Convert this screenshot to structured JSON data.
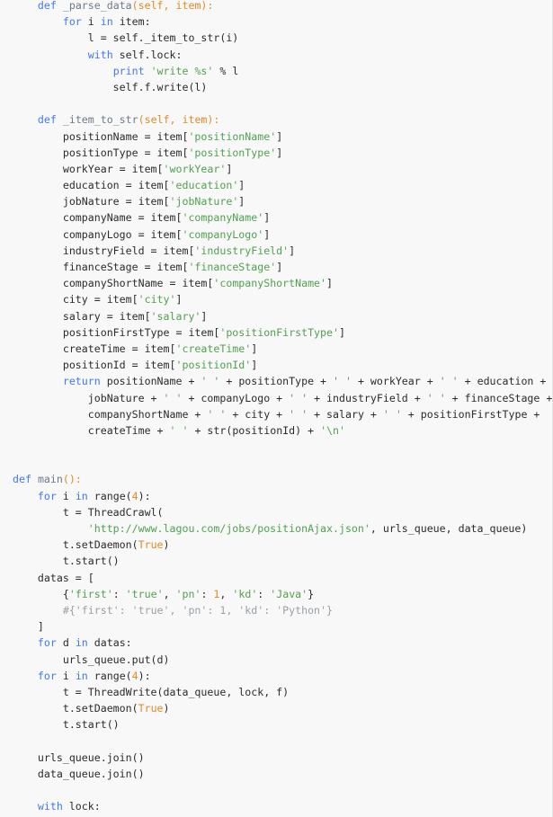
{
  "code_viewer": {
    "language": "python",
    "colors": {
      "background": "#f8f8f8",
      "text": "#2b2b2b",
      "keyword": "#a626a4",
      "def_keyword": "#4078f2",
      "function_name": "#6c7a89",
      "params": "#e08a27",
      "string": "#50a14f",
      "comment": "#9aa0a6"
    },
    "lines": [
      [
        {
          "t": "    "
        },
        {
          "t": "def",
          "c": "k2"
        },
        {
          "t": " "
        },
        {
          "t": "_parse_data",
          "c": "f"
        },
        {
          "t": "(self, item):",
          "c": "p"
        }
      ],
      [
        {
          "t": "        "
        },
        {
          "t": "for",
          "c": "k2"
        },
        {
          "t": " i "
        },
        {
          "t": "in",
          "c": "k2"
        },
        {
          "t": " item:"
        }
      ],
      [
        {
          "t": "            l = self._item_to_str(i)"
        }
      ],
      [
        {
          "t": "            "
        },
        {
          "t": "with",
          "c": "k2"
        },
        {
          "t": " self.lock:"
        }
      ],
      [
        {
          "t": "                "
        },
        {
          "t": "print",
          "c": "k2"
        },
        {
          "t": " "
        },
        {
          "t": "'write %s'",
          "c": "s"
        },
        {
          "t": " % l"
        }
      ],
      [
        {
          "t": "                self.f.write(l)"
        }
      ],
      [
        {
          "t": ""
        }
      ],
      [
        {
          "t": "    "
        },
        {
          "t": "def",
          "c": "k2"
        },
        {
          "t": " "
        },
        {
          "t": "_item_to_str",
          "c": "f"
        },
        {
          "t": "(self, item):",
          "c": "p"
        }
      ],
      [
        {
          "t": "        positionName = item["
        },
        {
          "t": "'positionName'",
          "c": "s"
        },
        {
          "t": "]"
        }
      ],
      [
        {
          "t": "        positionType = item["
        },
        {
          "t": "'positionType'",
          "c": "s"
        },
        {
          "t": "]"
        }
      ],
      [
        {
          "t": "        workYear = item["
        },
        {
          "t": "'workYear'",
          "c": "s"
        },
        {
          "t": "]"
        }
      ],
      [
        {
          "t": "        education = item["
        },
        {
          "t": "'education'",
          "c": "s"
        },
        {
          "t": "]"
        }
      ],
      [
        {
          "t": "        jobNature = item["
        },
        {
          "t": "'jobNature'",
          "c": "s"
        },
        {
          "t": "]"
        }
      ],
      [
        {
          "t": "        companyName = item["
        },
        {
          "t": "'companyName'",
          "c": "s"
        },
        {
          "t": "]"
        }
      ],
      [
        {
          "t": "        companyLogo = item["
        },
        {
          "t": "'companyLogo'",
          "c": "s"
        },
        {
          "t": "]"
        }
      ],
      [
        {
          "t": "        industryField = item["
        },
        {
          "t": "'industryField'",
          "c": "s"
        },
        {
          "t": "]"
        }
      ],
      [
        {
          "t": "        financeStage = item["
        },
        {
          "t": "'financeStage'",
          "c": "s"
        },
        {
          "t": "]"
        }
      ],
      [
        {
          "t": "        companyShortName = item["
        },
        {
          "t": "'companyShortName'",
          "c": "s"
        },
        {
          "t": "]"
        }
      ],
      [
        {
          "t": "        city = item["
        },
        {
          "t": "'city'",
          "c": "s"
        },
        {
          "t": "]"
        }
      ],
      [
        {
          "t": "        salary = item["
        },
        {
          "t": "'salary'",
          "c": "s"
        },
        {
          "t": "]"
        }
      ],
      [
        {
          "t": "        positionFirstType = item["
        },
        {
          "t": "'positionFirstType'",
          "c": "s"
        },
        {
          "t": "]"
        }
      ],
      [
        {
          "t": "        createTime = item["
        },
        {
          "t": "'createTime'",
          "c": "s"
        },
        {
          "t": "]"
        }
      ],
      [
        {
          "t": "        positionId = item["
        },
        {
          "t": "'positionId'",
          "c": "s"
        },
        {
          "t": "]"
        }
      ],
      [
        {
          "t": "        "
        },
        {
          "t": "return",
          "c": "k2"
        },
        {
          "t": " positionName + "
        },
        {
          "t": "' '",
          "c": "s"
        },
        {
          "t": " + positionType + "
        },
        {
          "t": "' '",
          "c": "s"
        },
        {
          "t": " + workYear + "
        },
        {
          "t": "' '",
          "c": "s"
        },
        {
          "t": " + education + "
        }
      ],
      [
        {
          "t": "            jobNature + "
        },
        {
          "t": "' '",
          "c": "s"
        },
        {
          "t": " + companyLogo + "
        },
        {
          "t": "' '",
          "c": "s"
        },
        {
          "t": " + industryField + "
        },
        {
          "t": "' '",
          "c": "s"
        },
        {
          "t": " + financeStage +"
        }
      ],
      [
        {
          "t": "            companyShortName + "
        },
        {
          "t": "' '",
          "c": "s"
        },
        {
          "t": " + city + "
        },
        {
          "t": "' '",
          "c": "s"
        },
        {
          "t": " + salary + "
        },
        {
          "t": "' '",
          "c": "s"
        },
        {
          "t": " + positionFirstType + "
        }
      ],
      [
        {
          "t": "            createTime + "
        },
        {
          "t": "' '",
          "c": "s"
        },
        {
          "t": " + str(positionId) + "
        },
        {
          "t": "'\\n'",
          "c": "s"
        }
      ],
      [
        {
          "t": ""
        }
      ],
      [
        {
          "t": ""
        }
      ],
      [
        {
          "t": "def",
          "c": "k2"
        },
        {
          "t": " "
        },
        {
          "t": "main",
          "c": "f"
        },
        {
          "t": "():",
          "c": "p"
        }
      ],
      [
        {
          "t": "    "
        },
        {
          "t": "for",
          "c": "k2"
        },
        {
          "t": " i "
        },
        {
          "t": "in",
          "c": "k2"
        },
        {
          "t": " range("
        },
        {
          "t": "4",
          "c": "p"
        },
        {
          "t": "):"
        }
      ],
      [
        {
          "t": "        t = ThreadCrawl("
        }
      ],
      [
        {
          "t": "            "
        },
        {
          "t": "'http://www.lagou.com/jobs/positionAjax.json'",
          "c": "s"
        },
        {
          "t": ", urls_queue, data_queue)"
        }
      ],
      [
        {
          "t": "        t.setDaemon("
        },
        {
          "t": "True",
          "c": "p"
        },
        {
          "t": ")"
        }
      ],
      [
        {
          "t": "        t.start()"
        }
      ],
      [
        {
          "t": "    datas = ["
        }
      ],
      [
        {
          "t": "        {"
        },
        {
          "t": "'first'",
          "c": "s"
        },
        {
          "t": ": "
        },
        {
          "t": "'true'",
          "c": "s"
        },
        {
          "t": ", "
        },
        {
          "t": "'pn'",
          "c": "s"
        },
        {
          "t": ": "
        },
        {
          "t": "1",
          "c": "p"
        },
        {
          "t": ", "
        },
        {
          "t": "'kd'",
          "c": "s"
        },
        {
          "t": ": "
        },
        {
          "t": "'Java'",
          "c": "s"
        },
        {
          "t": "}"
        }
      ],
      [
        {
          "t": "        "
        },
        {
          "t": "#{'first': 'true', 'pn': 1, 'kd': 'Python'}",
          "c": "c"
        }
      ],
      [
        {
          "t": "    ]"
        }
      ],
      [
        {
          "t": "    "
        },
        {
          "t": "for",
          "c": "k2"
        },
        {
          "t": " d "
        },
        {
          "t": "in",
          "c": "k2"
        },
        {
          "t": " datas:"
        }
      ],
      [
        {
          "t": "        urls_queue.put(d)"
        }
      ],
      [
        {
          "t": "    "
        },
        {
          "t": "for",
          "c": "k2"
        },
        {
          "t": " i "
        },
        {
          "t": "in",
          "c": "k2"
        },
        {
          "t": " range("
        },
        {
          "t": "4",
          "c": "p"
        },
        {
          "t": "):"
        }
      ],
      [
        {
          "t": "        t = ThreadWrite(data_queue, lock, f)"
        }
      ],
      [
        {
          "t": "        t.setDaemon("
        },
        {
          "t": "True",
          "c": "p"
        },
        {
          "t": ")"
        }
      ],
      [
        {
          "t": "        t.start()"
        }
      ],
      [
        {
          "t": ""
        }
      ],
      [
        {
          "t": "    urls_queue.join()"
        }
      ],
      [
        {
          "t": "    data_queue.join()"
        }
      ],
      [
        {
          "t": ""
        }
      ],
      [
        {
          "t": "    "
        },
        {
          "t": "with",
          "c": "k2"
        },
        {
          "t": " lock:"
        }
      ]
    ]
  }
}
